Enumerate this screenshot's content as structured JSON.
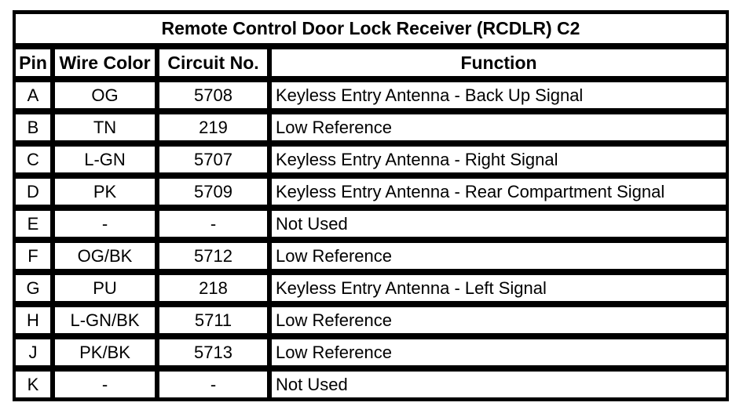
{
  "table": {
    "title": "Remote Control Door Lock Receiver (RCDLR) C2",
    "columns": [
      "Pin",
      "Wire Color",
      "Circuit No.",
      "Function"
    ],
    "rows": [
      {
        "pin": "A",
        "wire_color": "OG",
        "circuit_no": "5708",
        "function": "Keyless Entry Antenna - Back Up Signal"
      },
      {
        "pin": "B",
        "wire_color": "TN",
        "circuit_no": "219",
        "function": "Low Reference"
      },
      {
        "pin": "C",
        "wire_color": "L-GN",
        "circuit_no": "5707",
        "function": "Keyless Entry Antenna - Right Signal"
      },
      {
        "pin": "D",
        "wire_color": "PK",
        "circuit_no": "5709",
        "function": "Keyless Entry Antenna - Rear Compartment Signal"
      },
      {
        "pin": "E",
        "wire_color": "-",
        "circuit_no": "-",
        "function": "Not Used"
      },
      {
        "pin": "F",
        "wire_color": "OG/BK",
        "circuit_no": "5712",
        "function": "Low Reference"
      },
      {
        "pin": "G",
        "wire_color": "PU",
        "circuit_no": "218",
        "function": "Keyless Entry Antenna - Left Signal"
      },
      {
        "pin": "H",
        "wire_color": "L-GN/BK",
        "circuit_no": "5711",
        "function": "Low Reference"
      },
      {
        "pin": "J",
        "wire_color": "PK/BK",
        "circuit_no": "5713",
        "function": "Low Reference"
      },
      {
        "pin": "K",
        "wire_color": "-",
        "circuit_no": "-",
        "function": "Not Used"
      }
    ],
    "colors": {
      "border": "#000000",
      "background": "#ffffff",
      "text": "#000000"
    }
  }
}
